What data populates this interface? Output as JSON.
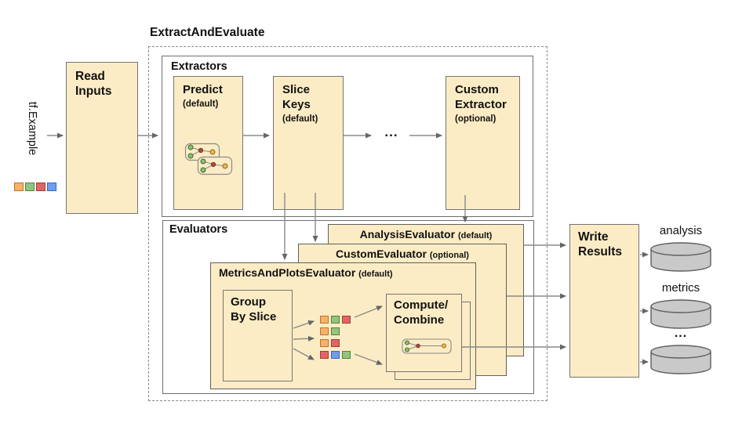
{
  "palette": {
    "box_fill": "#FCECC5",
    "box_border": "#6E6E6E",
    "arrow": "#8A8A8A",
    "cylinder_fill": "#C9C9C9",
    "square_orange": "#F6B26B",
    "square_green": "#93C47D",
    "square_red": "#E06666",
    "square_blue": "#6D9EEB"
  },
  "input": {
    "label": "tf.Example",
    "squares": [
      "orange",
      "green",
      "red",
      "blue"
    ]
  },
  "read_inputs": {
    "label": "Read\nInputs"
  },
  "pipeline": {
    "title": "ExtractAndEvaluate"
  },
  "extractors": {
    "title": "Extractors",
    "predict": {
      "name": "Predict",
      "qualifier": "(default)"
    },
    "slice_keys": {
      "name": "Slice\nKeys",
      "qualifier": "(default)"
    },
    "custom": {
      "name": "Custom\nExtractor",
      "qualifier": "(optional)"
    },
    "ellipsis": "..."
  },
  "evaluators": {
    "title": "Evaluators",
    "cards": [
      {
        "name": "AnalysisEvaluator",
        "qualifier": "(default)"
      },
      {
        "name": "CustomEvaluator",
        "qualifier": "(optional)"
      },
      {
        "name": "MetricsAndPlotsEvaluator",
        "qualifier": "(default)"
      }
    ],
    "group_by_slice": "Group\nBy Slice",
    "compute_combine": "Compute/\nCombine",
    "slice_rows": [
      [
        "orange",
        "green",
        "red"
      ],
      [
        "orange",
        "green"
      ],
      [
        "orange",
        "red"
      ],
      [
        "red",
        "blue",
        "green"
      ]
    ]
  },
  "write_results": {
    "label": "Write\nResults"
  },
  "outputs": {
    "labels": [
      "analysis",
      "metrics"
    ],
    "ellipsis": "..."
  }
}
